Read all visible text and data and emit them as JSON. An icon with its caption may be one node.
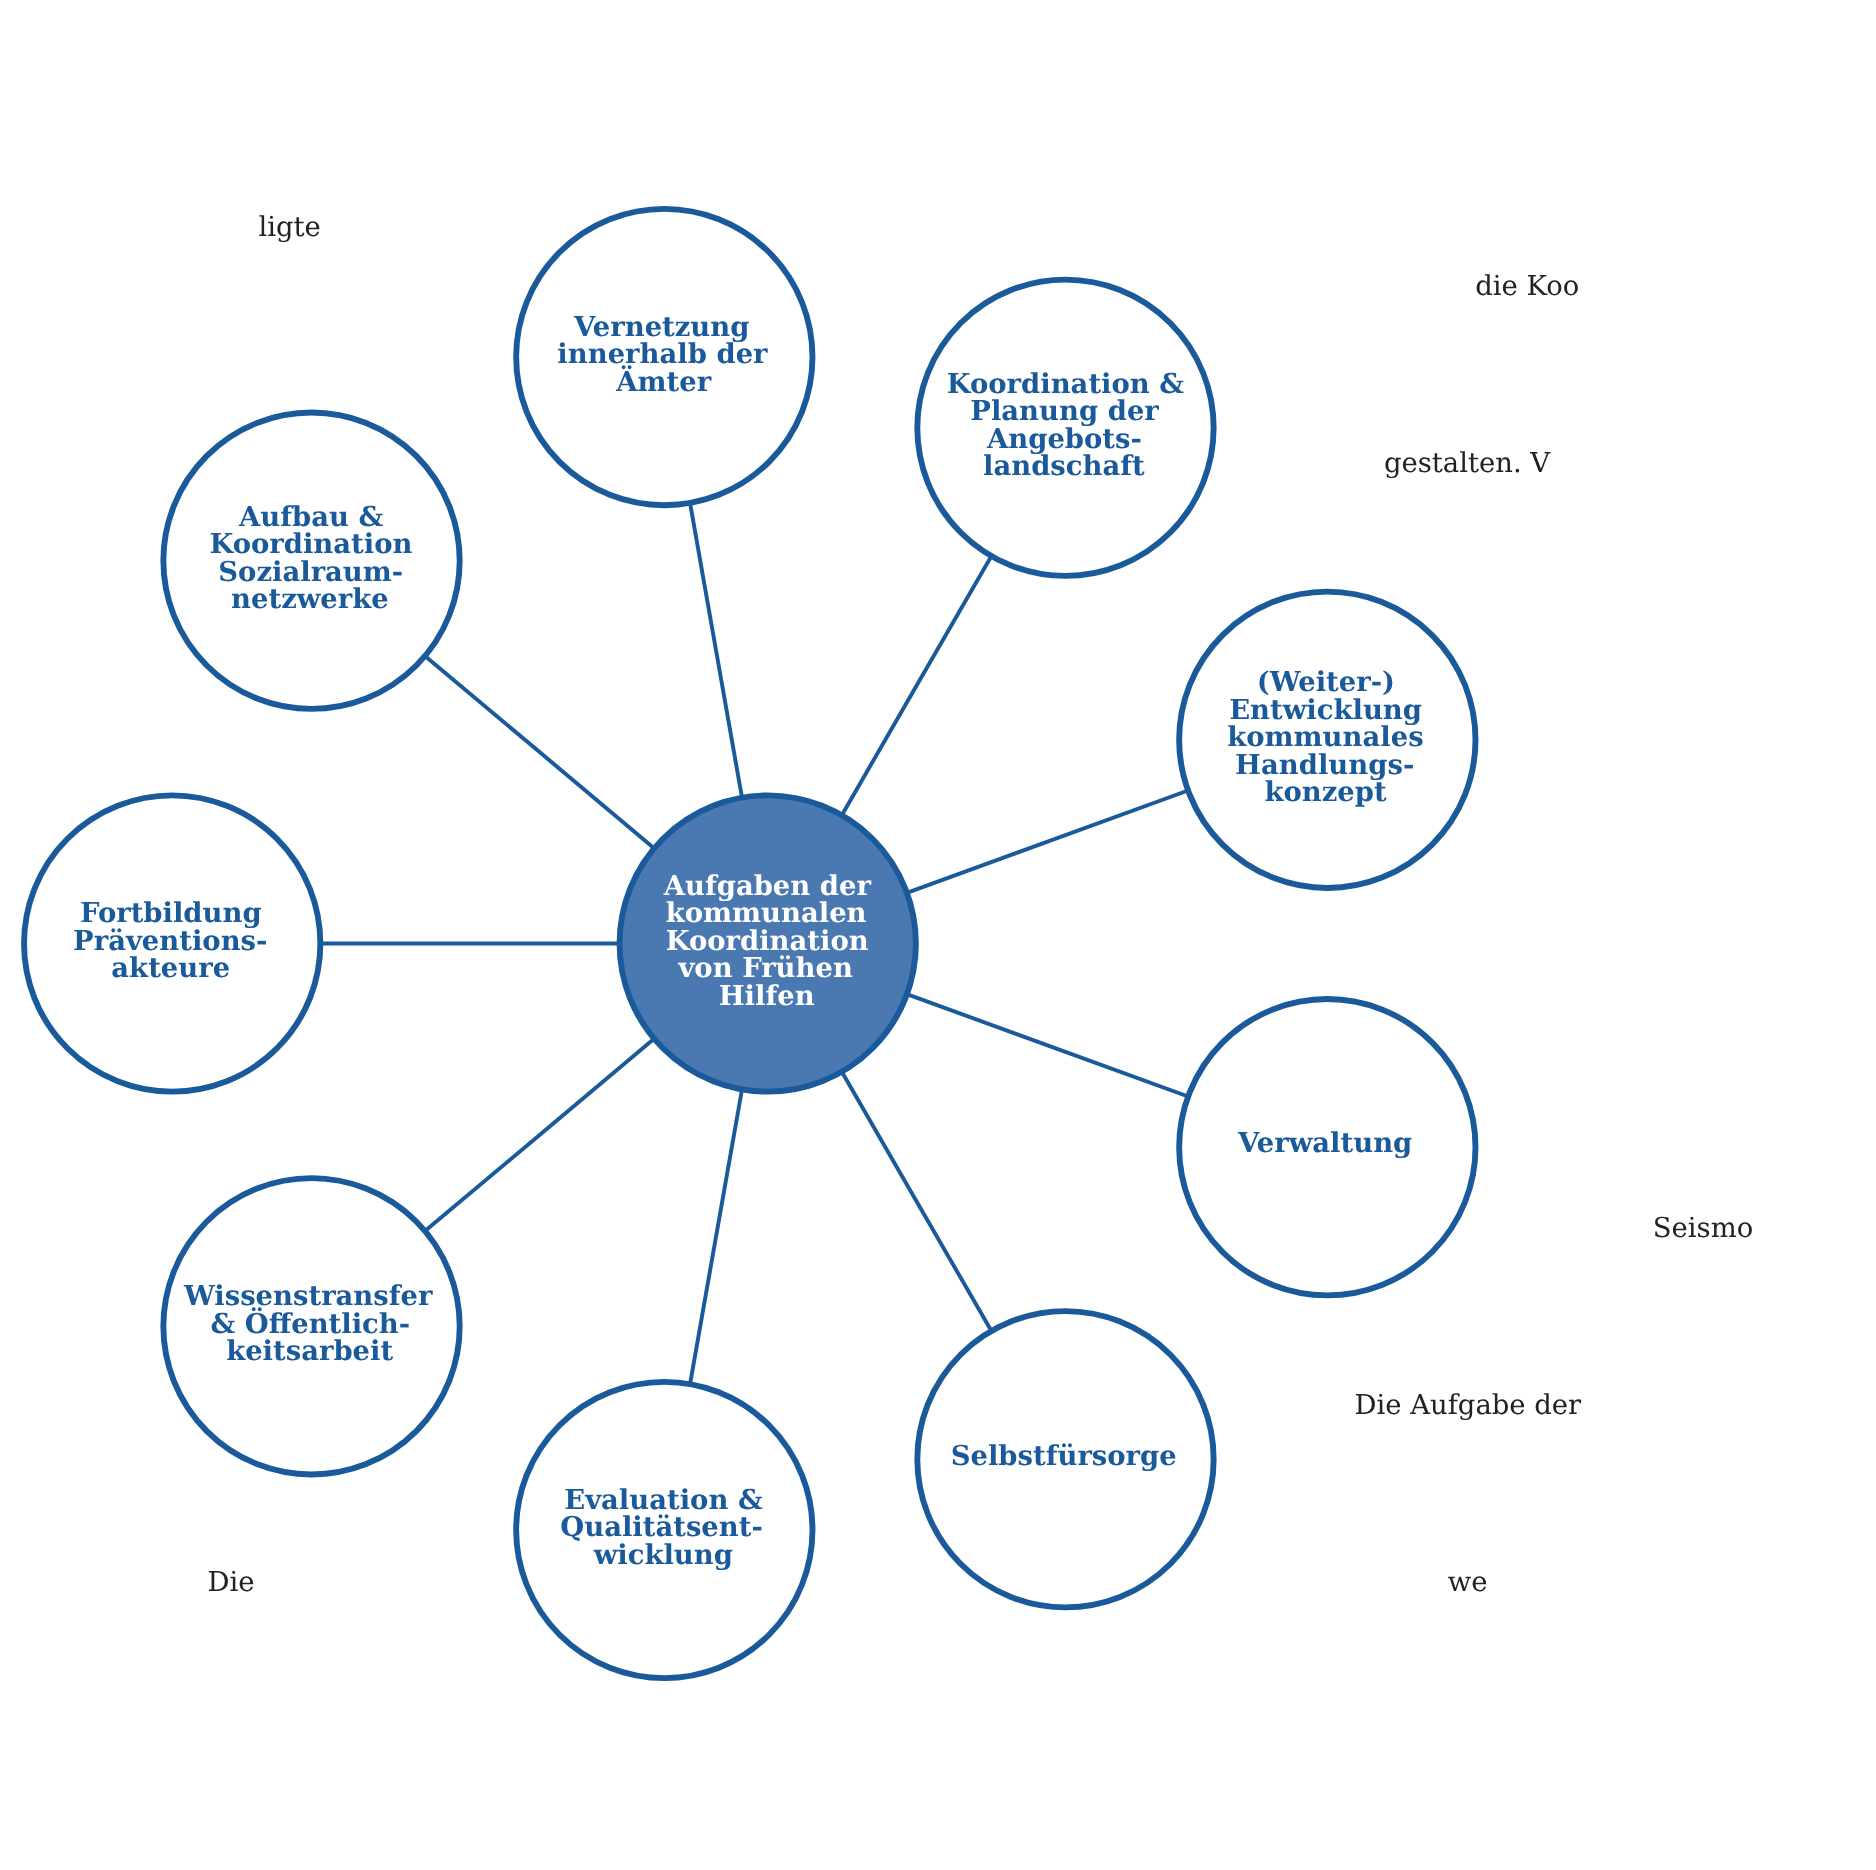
{
  "diagram": {
    "nodes": [
      {
        "text": [
          "Aufgaben der kommunalen Koordination von Frühen Hilfen"
        ]
      },
      {
        "text": [
          "(Weiter-) Entwicklung kommunales Handlungs- konzept"
        ]
      },
      {
        "text": [
          "Koordination & Planung der Angebots- landschaft"
        ]
      },
      {
        "text": [
          "Vernetzung innerhalb der Ämter"
        ]
      },
      {
        "text": [
          "Aufbau & Koordination Sozialraum- netzwerke"
        ]
      },
      {
        "text": [
          "Fortbildung Präventions- akteure"
        ]
      },
      {
        "text": [
          "Wissenstransfer & Öffentlich- keitsarbeit"
        ]
      },
      {
        "text": [
          "Evaluation & Qualitätsent- wicklung"
        ]
      },
      {
        "text": [
          "Selbstfürsorge"
        ]
      },
      {
        "text": [
          "Verwaltung"
        ]
      }
    ],
    "edges": [
      {
        "from": 0,
        "to": 1,
        "arrow": "none"
      },
      {
        "from": 0,
        "to": 2,
        "arrow": "none"
      },
      {
        "from": 0,
        "to": 3,
        "arrow": "none"
      },
      {
        "from": 0,
        "to": 4,
        "arrow": "none"
      },
      {
        "from": 0,
        "to": 5,
        "arrow": "none"
      },
      {
        "from": 0,
        "to": 6,
        "arrow": "none"
      },
      {
        "from": 0,
        "to": 7,
        "arrow": "none"
      },
      {
        "from": 0,
        "to": 8,
        "arrow": "none"
      },
      {
        "from": 0,
        "to": 9,
        "arrow": "none"
      }
    ],
    "labels": [
      "Die Aufgabe der",
      "gestalten. V",
      "die Koo",
      "ligte",
      "we",
      "Die",
      "Seismo"
    ]
  }
}
